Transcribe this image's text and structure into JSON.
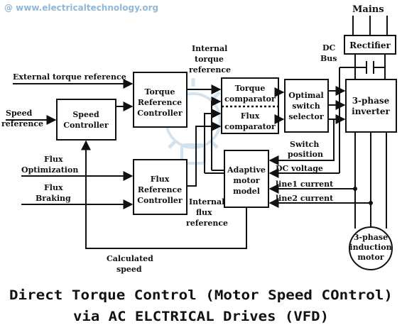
{
  "watermark": "@ www.electricaltechnology.org",
  "mains_label": "Mains",
  "rectifier_label": "Rectifier",
  "dc_bus_label": [
    "DC",
    "Bus"
  ],
  "inverter_label": [
    "3-phase",
    "inverter"
  ],
  "motor_label": [
    "3-phase",
    "induction",
    "motor"
  ],
  "blocks": {
    "speed_controller": [
      "Speed",
      "Controller"
    ],
    "torque_reference_controller": [
      "Torque",
      "Reference",
      "Controller"
    ],
    "flux_reference_controller": [
      "Flux",
      "Reference",
      "Controller"
    ],
    "torque_comparator": [
      "Torque",
      "comparator"
    ],
    "flux_comparator": [
      "Flux",
      "comparator"
    ],
    "optimal_switch_selector": [
      "Optimal",
      "switch",
      "selector"
    ],
    "adaptive_motor_model": [
      "Adaptive",
      "motor",
      "model"
    ]
  },
  "signals": {
    "external_torque_reference": "External torque reference",
    "speed_reference": [
      "Speed",
      "reference"
    ],
    "flux_optimization": [
      "Flux",
      "Optimization"
    ],
    "flux_braking": [
      "Flux",
      "Braking"
    ],
    "internal_torque_reference": [
      "Internal",
      "torque",
      "reference"
    ],
    "internal_flux_reference": [
      "Internal",
      "flux",
      "reference"
    ],
    "switch_position": [
      "Switch",
      "position"
    ],
    "dc_voltage": "DC voltage",
    "line1_current": "line1 current",
    "line2_current": "line2 current",
    "calculated_speed": [
      "Calculated",
      "speed"
    ]
  },
  "caption": [
    "Direct Torque Control (Motor Speed COntrol)",
    "via AC ELCTRICAL Drives (VFD)"
  ]
}
